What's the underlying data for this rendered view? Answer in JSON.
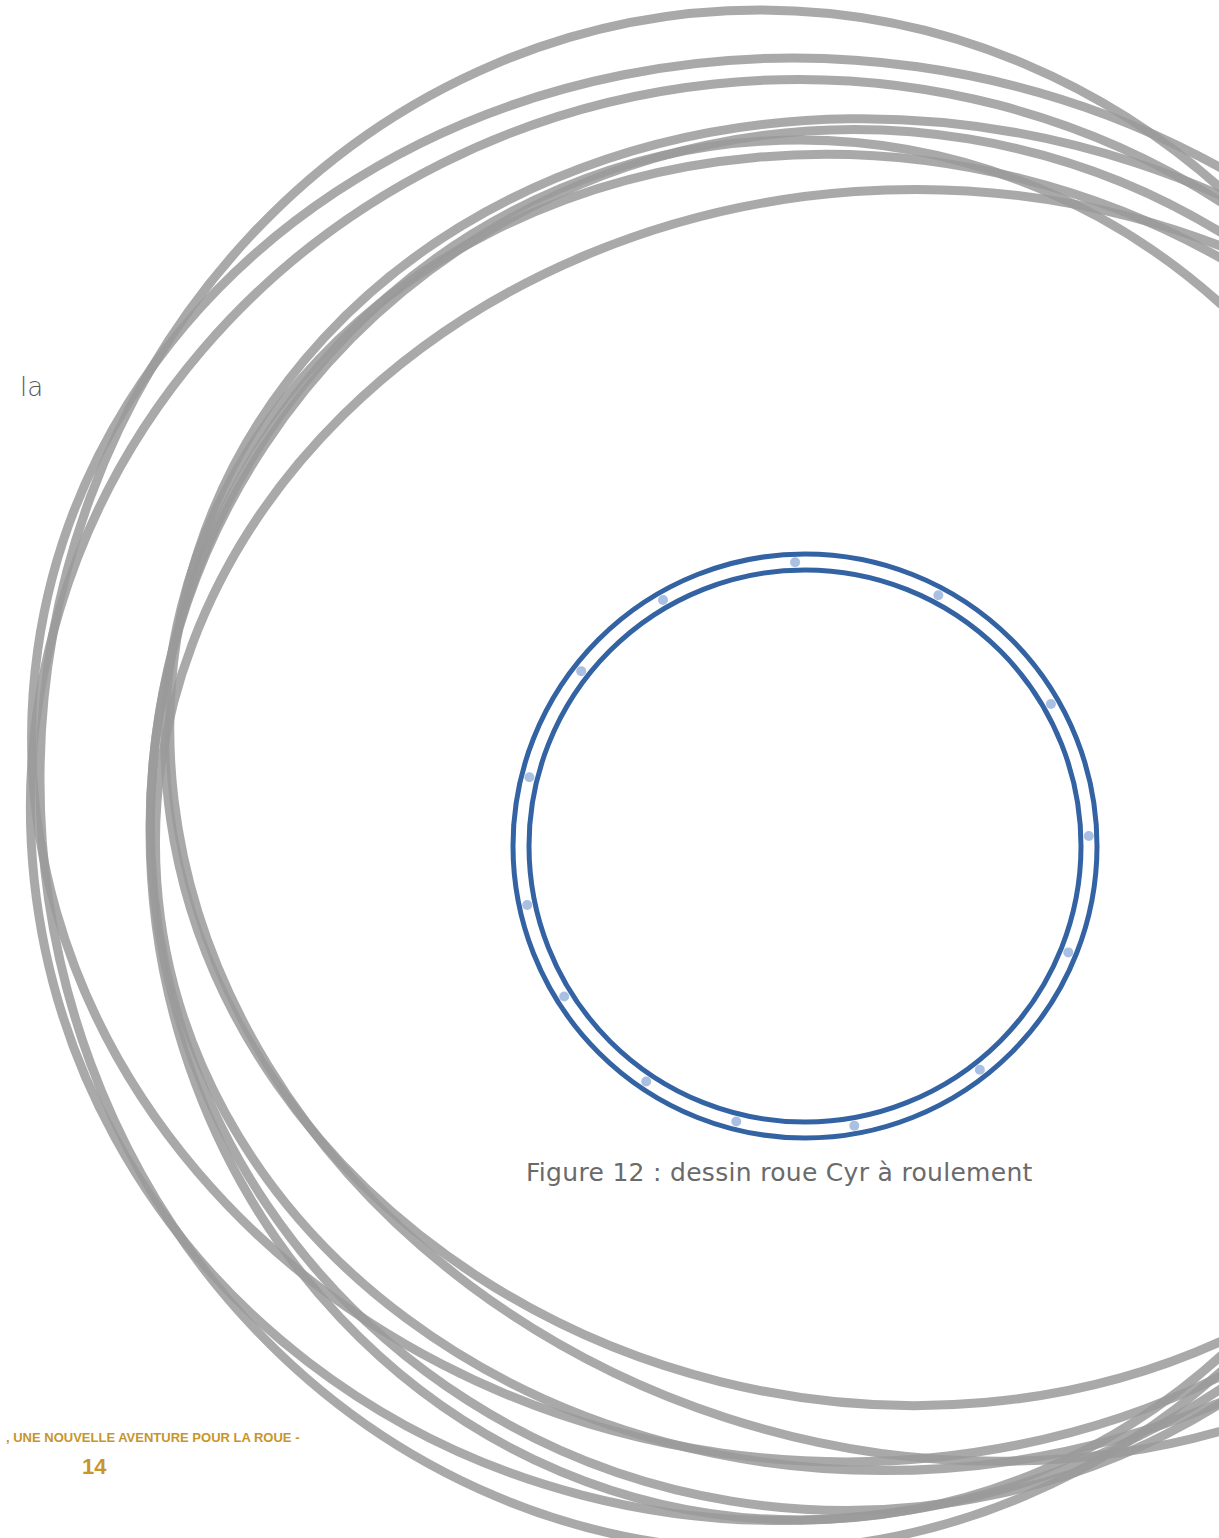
{
  "diagram": {
    "caption": "Figure 12 : dessin roue Cyr à roulement",
    "labels": [
      "la",
      ", UNE NOUVELLE AVENTURE POUR LA ROUE -",
      "14"
    ]
  }
}
